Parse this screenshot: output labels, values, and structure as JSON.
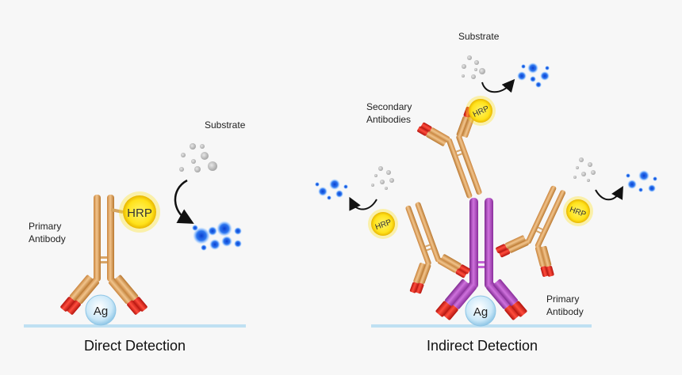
{
  "direct": {
    "substrate_label": "Substrate",
    "primary_label_line1": "Primary",
    "primary_label_line2": "Antibody",
    "hrp_label": "HRP",
    "antigen_label": "Ag",
    "title": "Direct Detection"
  },
  "indirect": {
    "substrate_label": "Substrate",
    "secondary_label_line1": "Secondary",
    "secondary_label_line2": "Antibodies",
    "primary_label_line1": "Primary",
    "primary_label_line2": "Antibody",
    "hrp_label": "HRP",
    "antigen_label": "Ag",
    "title": "Indirect Detection"
  },
  "colors": {
    "antibody_orange": "#e0a25a",
    "antibody_dark": "#b9772f",
    "tip_red": "#e3241b",
    "primary_purple": "#a23db5",
    "hrp_yellow": "#ffe21a",
    "product_blue": "#1f62e8",
    "antigen_blue": "#bfe2f7",
    "surface": "#bfe0f2",
    "substrate_grey": "#bdbdbd"
  }
}
